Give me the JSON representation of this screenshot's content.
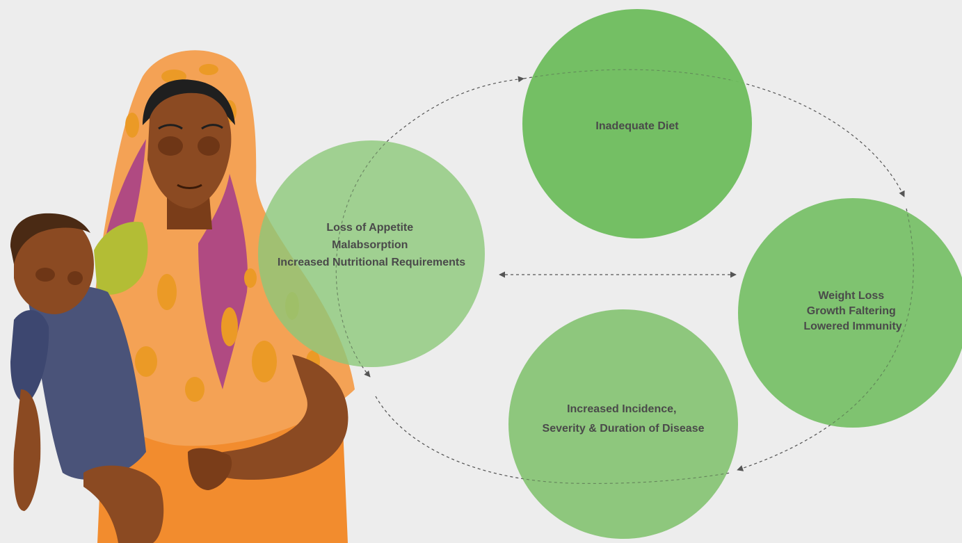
{
  "diagram": {
    "colors": {
      "background": "#ededed",
      "circle_solid": "#6fbd5f",
      "circle_light": "#8cc879",
      "text": "#4a4a4a",
      "arrow": "#555555"
    },
    "circles": [
      {
        "id": "inadequate-diet",
        "lines": [
          "Inadequate Diet"
        ]
      },
      {
        "id": "weight-loss",
        "lines": [
          "Weight Loss",
          "Growth Faltering",
          "Lowered Immunity"
        ]
      },
      {
        "id": "disease",
        "lines": [
          "Increased Incidence,",
          "Severity & Duration of Disease"
        ]
      },
      {
        "id": "appetite",
        "lines": [
          "Loss of Appetite",
          "Malabsorption",
          "Increased Nutritional Requirements"
        ]
      }
    ],
    "illustration": {
      "subject": "mother-holding-child",
      "colors": {
        "skin": "#8b4a22",
        "skin_shadow": "#6e3616",
        "saree": "#f4a255",
        "saree_pattern": "#eb9a26",
        "magenta": "#b04a82",
        "blouse": "#b3bd35",
        "child_shirt": "#4a5379",
        "hair": "#1f1f1f",
        "skirt": "#f28c2e"
      }
    }
  }
}
